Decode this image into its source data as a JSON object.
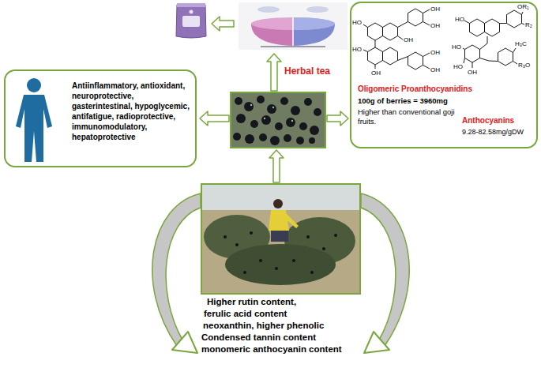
{
  "diagram": {
    "nodes": [
      {
        "text": [
          "Herbal tea"
        ]
      },
      {
        "text": [
          "Antiinflammatory, antioxidant, neuroprotective, gasterintestinal, hypoglycemic, antifatigue, radioprotective, immunomodulatory, hepatoprotective"
        ]
      },
      {
        "text": [
          "Oligomeric Proanthocyanidins",
          "100g of berries = 3960mg",
          "Higher than conventional goji fruits.",
          "Anthocyanins",
          "9.28-82.58mg/gDW"
        ]
      }
    ],
    "labels": [
      "HO",
      "OH",
      "OH",
      "OH",
      "HO",
      "OH",
      "OH",
      "OH",
      "HO",
      "OR₁",
      "R₂",
      "HO",
      "HO",
      "OH",
      "H₃C",
      "R₃O",
      "Higher rutin content,",
      "ferulic acid content",
      "neoxanthin, higher phenolic",
      "Condensed tannin content",
      "monomeric anthocyanin content"
    ]
  }
}
